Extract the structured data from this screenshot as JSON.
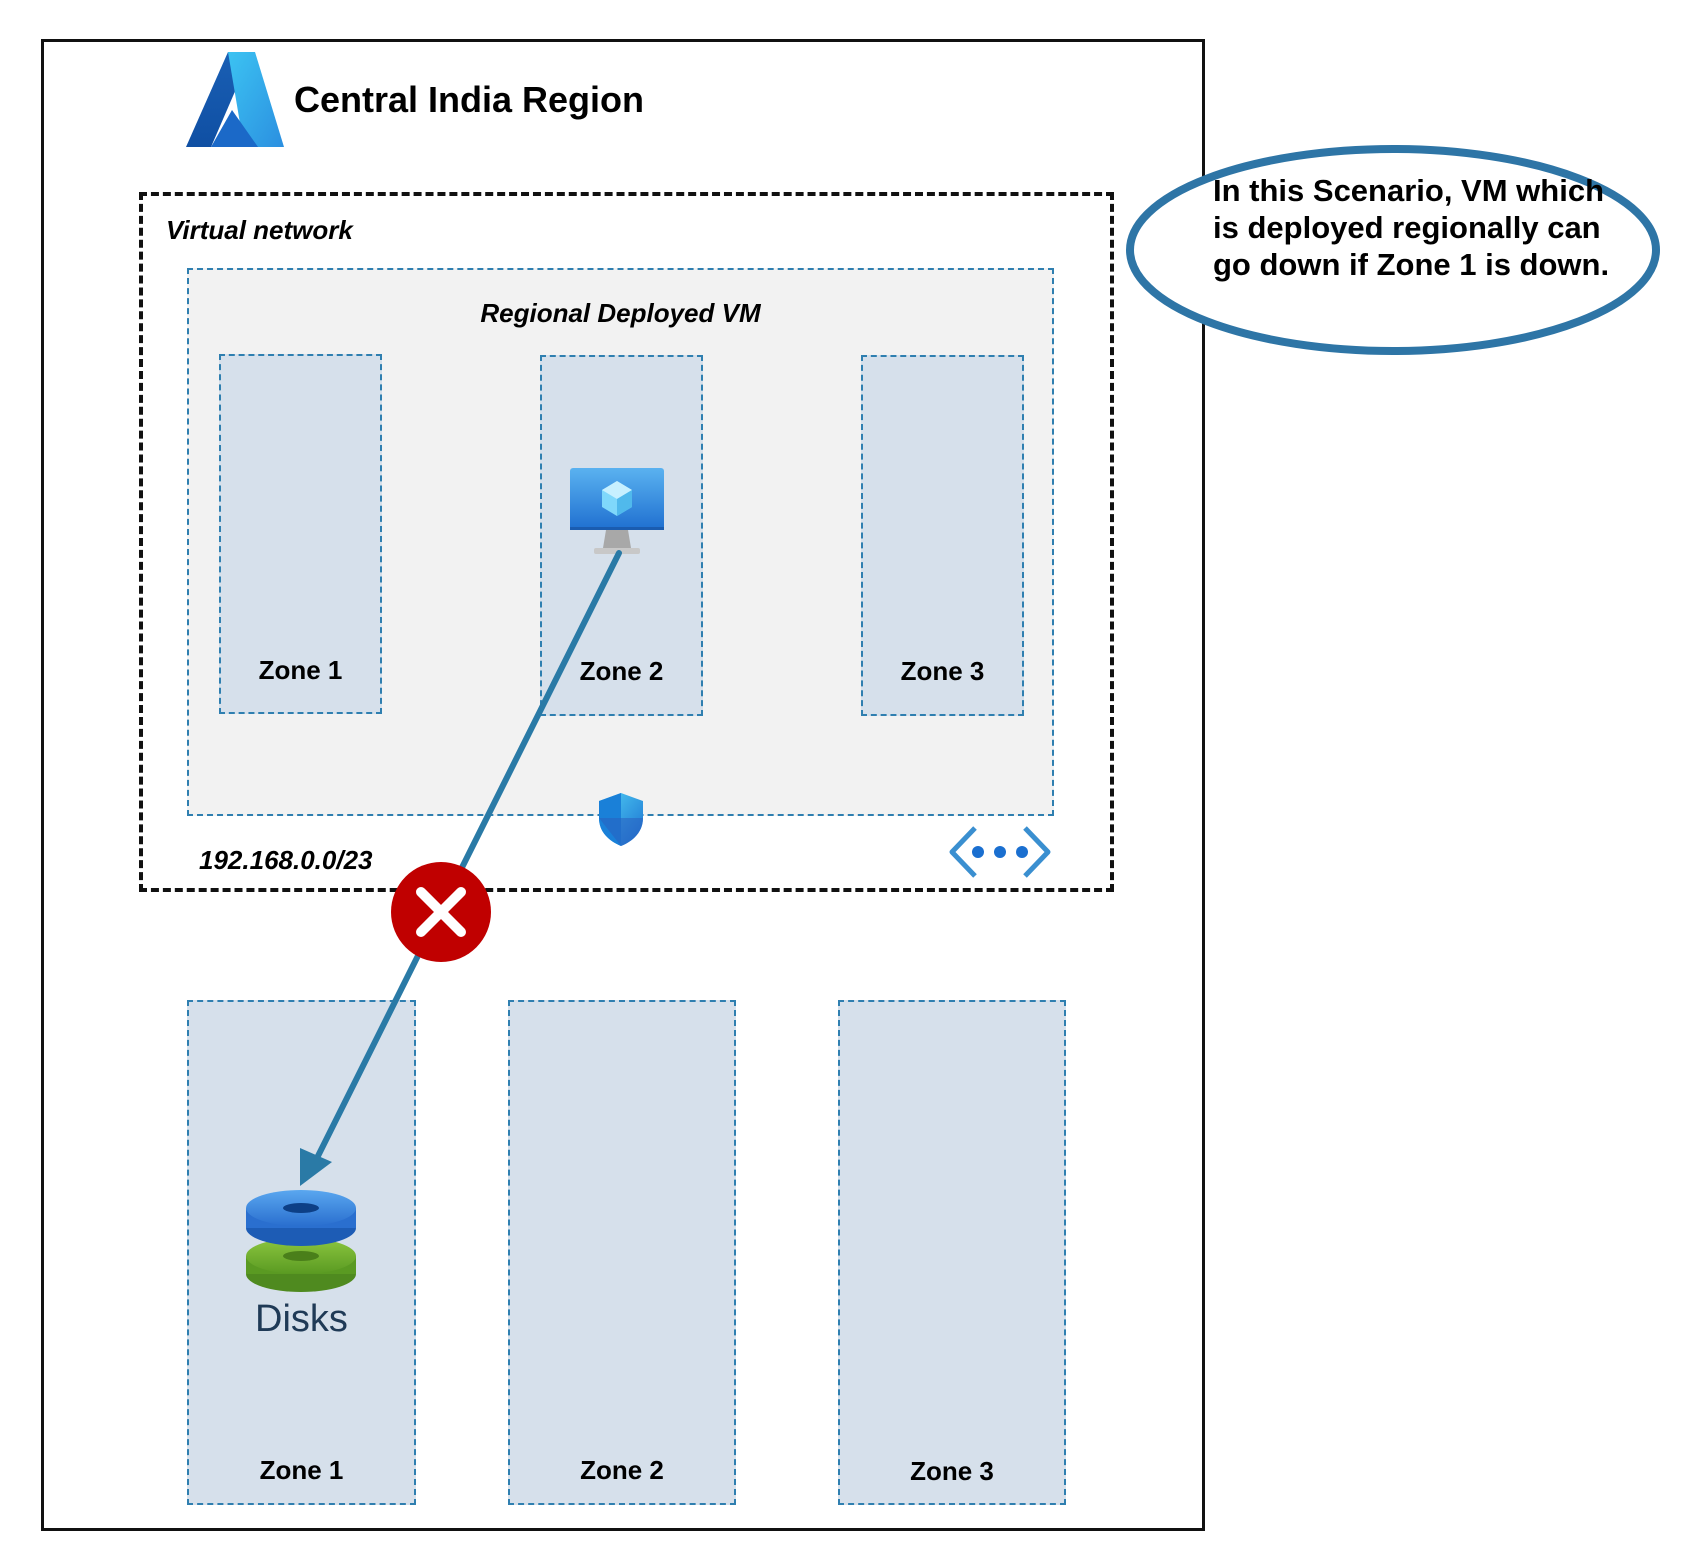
{
  "region": {
    "title": "Central India Region"
  },
  "vnet": {
    "label": "Virtual network",
    "cidr": "192.168.0.0/23"
  },
  "regional_vm": {
    "label": "Regional Deployed VM",
    "zones": [
      "Zone 1",
      "Zone 2",
      "Zone 3"
    ]
  },
  "disks": {
    "label": "Disks",
    "zones": [
      "Zone 1",
      "Zone 2",
      "Zone 3"
    ]
  },
  "callout": {
    "text": "In this Scenario, VM which is deployed regionally can go down if Zone 1 is down."
  },
  "colors": {
    "zone_fill": "#d6e0eb",
    "zone_border": "#2f7fb0",
    "arrow": "#2a7aa6",
    "error": "#c00000",
    "callout_border": "#2e75a6"
  },
  "icons": [
    "azure-logo-icon",
    "virtual-machine-icon",
    "shield-icon",
    "vnet-icon",
    "error-x-icon",
    "disks-icon"
  ]
}
